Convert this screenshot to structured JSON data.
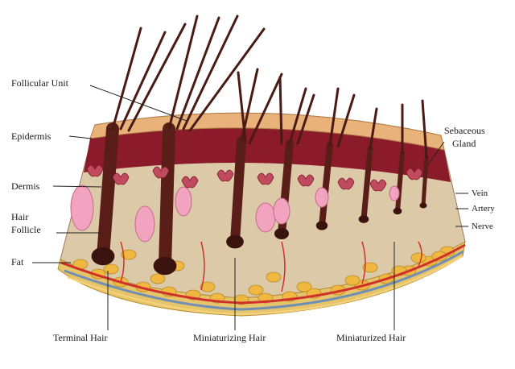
{
  "labels": {
    "follicular_unit": "Follicular Unit",
    "epidermis": "Epidermis",
    "dermis": "Dermis",
    "hair_follicle_line1": "Hair",
    "hair_follicle_line2": "Follicle",
    "fat": "Fat",
    "sebaceous_line1": "Sebaceous",
    "sebaceous_line2": "Gland",
    "vein": "Vein",
    "artery": "Artery",
    "nerve": "Nerve",
    "terminal_hair": "Terminal Hair",
    "miniaturizing_hair": "Miniaturizing Hair",
    "miniaturized_hair": "Miniaturized Hair"
  },
  "colors": {
    "epidermis_top": "#e8b27a",
    "dermis": "#8b1a2b",
    "tissue": "#dcc9a8",
    "hair": "#4a1a14",
    "sebaceous": "#f2a3c0",
    "fat": "#f0b840",
    "artery": "#d0302a",
    "vein": "#6f8fb5",
    "nerve": "#f3d27a"
  }
}
